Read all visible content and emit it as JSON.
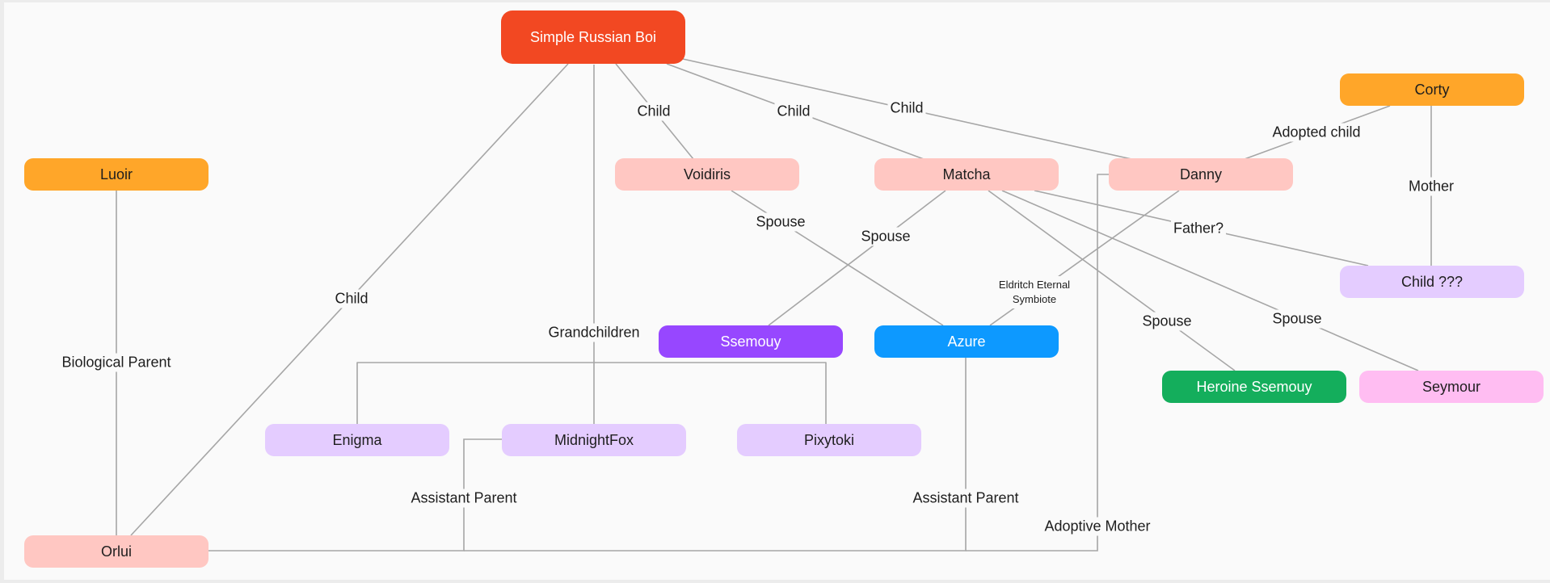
{
  "nodes": {
    "boi": {
      "label": "Simple Russian Boi",
      "color": "#f24822"
    },
    "corty": {
      "label": "Corty",
      "color": "#ffa629"
    },
    "luoir": {
      "label": "Luoir",
      "color": "#ffa629"
    },
    "voidiris": {
      "label": "Voidiris",
      "color": "#ffc7c2"
    },
    "matcha": {
      "label": "Matcha",
      "color": "#ffc7c2"
    },
    "danny": {
      "label": "Danny",
      "color": "#ffc7c2"
    },
    "child": {
      "label": "Child ???",
      "color": "#e4ccff"
    },
    "ssemouy": {
      "label": "Ssemouy",
      "color": "#9747ff"
    },
    "azure": {
      "label": "Azure",
      "color": "#0d99ff"
    },
    "heroine": {
      "label": "Heroine Ssemouy",
      "color": "#14ae5c"
    },
    "seymour": {
      "label": "Seymour",
      "color": "#ffbdf2"
    },
    "enigma": {
      "label": "Enigma",
      "color": "#e4ccff"
    },
    "midnight": {
      "label": "MidnightFox",
      "color": "#e4ccff"
    },
    "pixytoki": {
      "label": "Pixytoki",
      "color": "#e4ccff"
    },
    "orlui": {
      "label": "Orlui",
      "color": "#ffc7c2"
    }
  },
  "edge_labels": {
    "child_voidiris": "Child",
    "child_matcha": "Child",
    "child_danny": "Child",
    "child_orlui": "Child",
    "adopted_child": "Adopted child",
    "mother": "Mother",
    "spouse_voidiris": "Spouse",
    "spouse_matcha": "Spouse",
    "father": "Father?",
    "symbiote": "Eldritch Eternal\nSymbiote",
    "spouse_heroine": "Spouse",
    "spouse_seymour": "Spouse",
    "grandchildren": "Grandchildren",
    "biological_parent": "Biological Parent",
    "assistant_parent_1": "Assistant Parent",
    "assistant_parent_2": "Assistant Parent",
    "adoptive_mother": "Adoptive Mother"
  }
}
